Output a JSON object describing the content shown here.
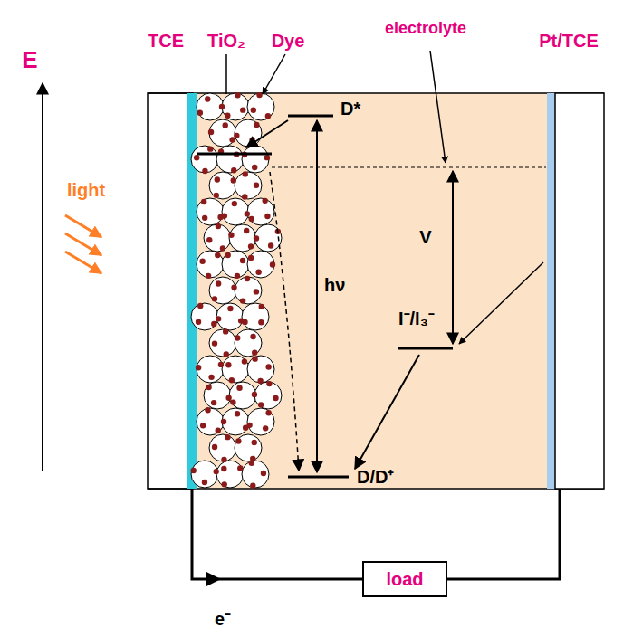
{
  "diagram": {
    "nodes": [
      {
        "text": [
          "load"
        ]
      }
    ],
    "labels": [
      "E",
      "light",
      "TCE",
      "TiO₂",
      "Dye",
      "electrolyte",
      "Pt/TCE",
      "D*",
      "hν",
      "V",
      "I⁻/I₃⁻",
      "D/D⁺",
      "e⁻"
    ]
  }
}
